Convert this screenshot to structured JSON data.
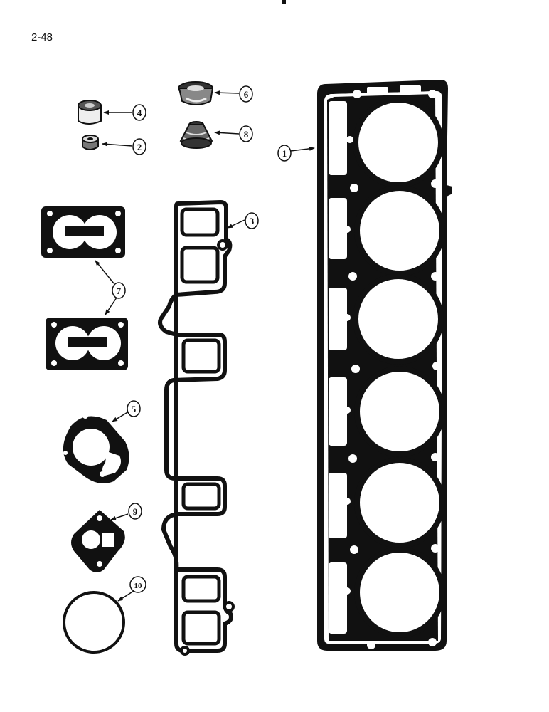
{
  "page": {
    "number": "2-48"
  },
  "callouts": [
    {
      "id": "1",
      "part": "cylinder-head-gasket"
    },
    {
      "id": "2",
      "part": "small-seal"
    },
    {
      "id": "3",
      "part": "manifold-gasket"
    },
    {
      "id": "4",
      "part": "seal-cup"
    },
    {
      "id": "5",
      "part": "outlet-gasket"
    },
    {
      "id": "6",
      "part": "valve-stem-seal-a"
    },
    {
      "id": "7",
      "part": "carburetor-gaskets"
    },
    {
      "id": "8",
      "part": "valve-stem-seal-b"
    },
    {
      "id": "9",
      "part": "small-flange-gasket"
    },
    {
      "id": "10",
      "part": "o-ring"
    }
  ],
  "colors": {
    "ink": "#111111",
    "paper": "#ffffff",
    "shade": "#bbbbbb"
  }
}
